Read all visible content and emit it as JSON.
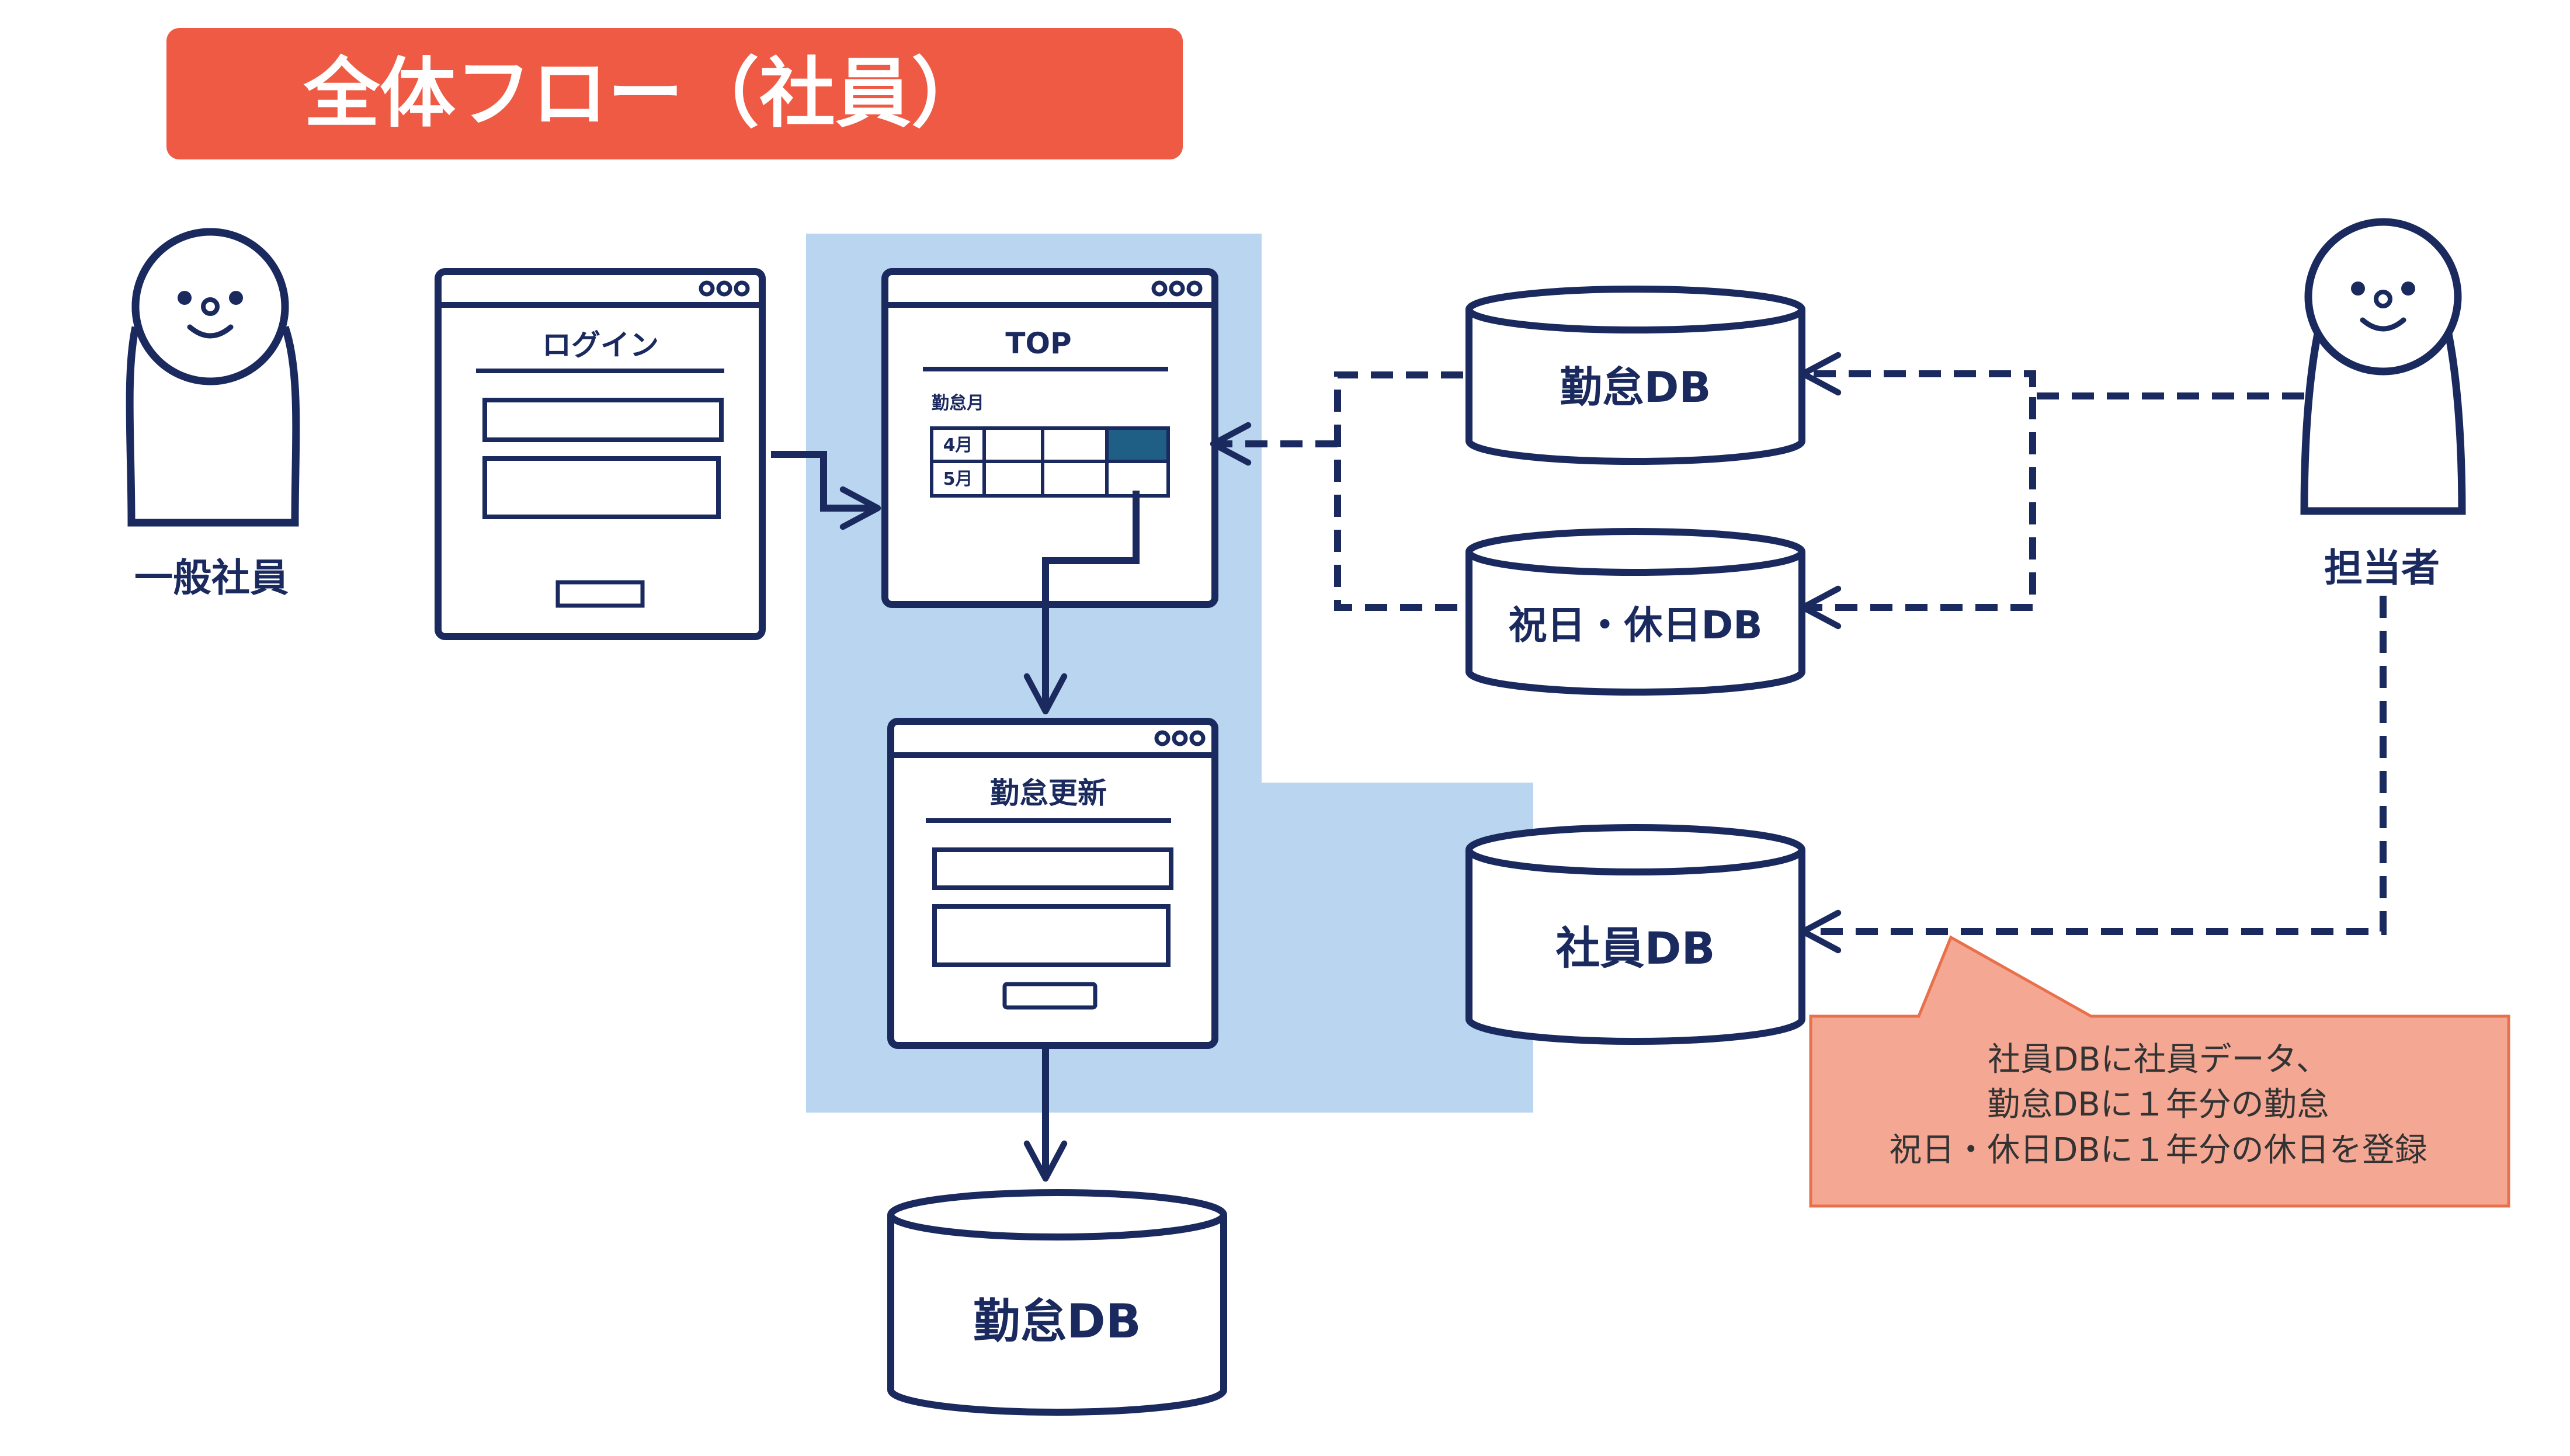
{
  "title": "全体フロー（社員）",
  "actors": {
    "employee": "一般社員",
    "admin": "担当者"
  },
  "screens": {
    "login": {
      "title": "ログイン"
    },
    "top": {
      "title": "TOP",
      "table_label": "勤怠月",
      "rows": [
        "4月",
        "5月"
      ]
    },
    "update": {
      "title": "勤怠更新"
    }
  },
  "databases": {
    "attendance_top": "勤怠DB",
    "holiday": "祝日・休日DB",
    "employee": "社員DB",
    "attendance_bottom": "勤怠DB"
  },
  "note": {
    "lines": [
      "社員DBに社員データ、",
      "勤怠DBに１年分の勤怠",
      "祝日・休日DBに１年分の休日を登録"
    ]
  },
  "colors": {
    "navy": "#1b2a5e",
    "title_bg": "#ee5a44",
    "highlight_bg": "#b9d5f0",
    "note_bg": "#f4a793",
    "note_border": "#e8704a",
    "selected_cell": "#1f5f86"
  }
}
